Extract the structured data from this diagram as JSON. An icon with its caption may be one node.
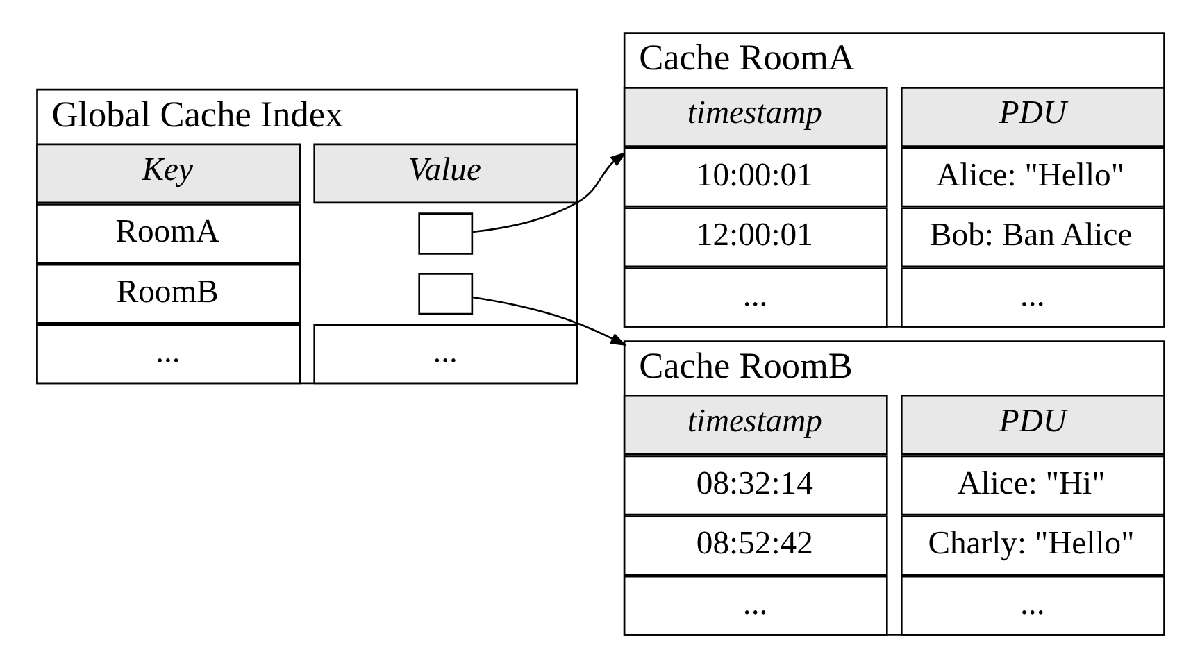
{
  "diagram": {
    "nodes": [
      {
        "text": [
          "Global Cache Index"
        ]
      },
      {
        "text": [
          "Key"
        ],
        "in": 0
      },
      {
        "text": [
          "Value"
        ],
        "in": 0
      },
      {
        "text": [
          "RoomA"
        ],
        "in": 0
      },
      {
        "text": [],
        "shape": "box",
        "in": 0
      },
      {
        "text": [
          "RoomB"
        ],
        "in": 0
      },
      {
        "text": [],
        "shape": "box",
        "in": 0
      },
      {
        "text": [
          "..."
        ],
        "in": 0
      },
      {
        "text": [
          "..."
        ],
        "in": 0
      },
      {
        "text": [
          "Cache RoomA"
        ]
      },
      {
        "text": [
          "timestamp"
        ],
        "in": 9
      },
      {
        "text": [
          "PDU"
        ],
        "in": 9
      },
      {
        "text": [
          "10:00:01"
        ],
        "in": 9
      },
      {
        "text": [
          "Alice: \"Hello\""
        ],
        "in": 9
      },
      {
        "text": [
          "12:00:01"
        ],
        "in": 9
      },
      {
        "text": [
          "Bob: Ban Alice"
        ],
        "in": 9
      },
      {
        "text": [
          "..."
        ],
        "in": 9
      },
      {
        "text": [
          "..."
        ],
        "in": 9
      },
      {
        "text": [
          "Cache RoomB"
        ]
      },
      {
        "text": [
          "timestamp"
        ],
        "in": 18
      },
      {
        "text": [
          "PDU"
        ],
        "in": 18
      },
      {
        "text": [
          "08:32:14"
        ],
        "in": 18
      },
      {
        "text": [
          "Alice: \"Hi\""
        ],
        "in": 18
      },
      {
        "text": [
          "08:52:42"
        ],
        "in": 18
      },
      {
        "text": [
          "Charly: \"Hello\""
        ],
        "in": 18
      },
      {
        "text": [
          "..."
        ],
        "in": 18
      },
      {
        "text": [
          "..."
        ],
        "in": 18
      }
    ],
    "edges": [
      {
        "from": 4,
        "to": 9,
        "arrow": "to"
      },
      {
        "from": 6,
        "to": 18,
        "arrow": "to"
      }
    ]
  }
}
